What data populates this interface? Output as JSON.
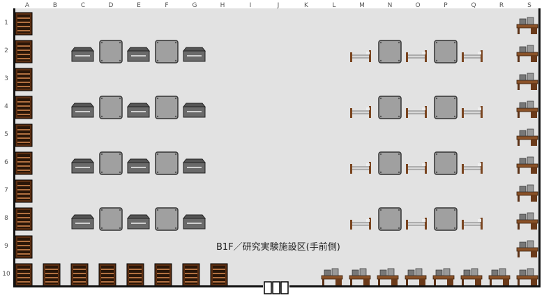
{
  "map": {
    "title": "B1F／研究実験施設区(手前側)",
    "columns": [
      "A",
      "B",
      "C",
      "D",
      "E",
      "F",
      "G",
      "H",
      "I",
      "J",
      "K",
      "L",
      "M",
      "N",
      "O",
      "P",
      "Q",
      "R",
      "S"
    ],
    "rows": [
      "1",
      "2",
      "3",
      "4",
      "5",
      "6",
      "7",
      "8",
      "9",
      "10"
    ],
    "colors": {
      "floor": "#e2e2e2",
      "wall": "#111111",
      "bookshelf_frame": "#5a2e12",
      "bookshelf_inner": "#2a1608",
      "machine": "#6a6a6a",
      "panel": "#a0a0a0",
      "desk": "#8a5228",
      "bed_frame": "#7a4520",
      "sheet": "#d8d8d8"
    },
    "objects": [
      {
        "type": "bookshelf",
        "col": "A",
        "row": "1"
      },
      {
        "type": "bookshelf",
        "col": "A",
        "row": "2"
      },
      {
        "type": "bookshelf",
        "col": "A",
        "row": "3"
      },
      {
        "type": "bookshelf",
        "col": "A",
        "row": "4"
      },
      {
        "type": "bookshelf",
        "col": "A",
        "row": "5"
      },
      {
        "type": "bookshelf",
        "col": "A",
        "row": "6"
      },
      {
        "type": "bookshelf",
        "col": "A",
        "row": "7"
      },
      {
        "type": "bookshelf",
        "col": "A",
        "row": "8"
      },
      {
        "type": "bookshelf",
        "col": "A",
        "row": "9"
      },
      {
        "type": "bookshelf",
        "col": "A",
        "row": "10"
      },
      {
        "type": "bookshelf",
        "col": "B",
        "row": "10"
      },
      {
        "type": "bookshelf",
        "col": "C",
        "row": "10"
      },
      {
        "type": "bookshelf",
        "col": "D",
        "row": "10"
      },
      {
        "type": "bookshelf",
        "col": "E",
        "row": "10"
      },
      {
        "type": "bookshelf",
        "col": "F",
        "row": "10"
      },
      {
        "type": "bookshelf",
        "col": "G",
        "row": "10"
      },
      {
        "type": "bookshelf",
        "col": "H",
        "row": "10"
      },
      {
        "type": "machine",
        "col": "C",
        "row": "2"
      },
      {
        "type": "panel",
        "col": "D",
        "row": "2"
      },
      {
        "type": "machine",
        "col": "E",
        "row": "2"
      },
      {
        "type": "panel",
        "col": "F",
        "row": "2"
      },
      {
        "type": "machine",
        "col": "G",
        "row": "2"
      },
      {
        "type": "machine",
        "col": "C",
        "row": "4"
      },
      {
        "type": "panel",
        "col": "D",
        "row": "4"
      },
      {
        "type": "machine",
        "col": "E",
        "row": "4"
      },
      {
        "type": "panel",
        "col": "F",
        "row": "4"
      },
      {
        "type": "machine",
        "col": "G",
        "row": "4"
      },
      {
        "type": "machine",
        "col": "C",
        "row": "6"
      },
      {
        "type": "panel",
        "col": "D",
        "row": "6"
      },
      {
        "type": "machine",
        "col": "E",
        "row": "6"
      },
      {
        "type": "panel",
        "col": "F",
        "row": "6"
      },
      {
        "type": "machine",
        "col": "G",
        "row": "6"
      },
      {
        "type": "machine",
        "col": "C",
        "row": "8"
      },
      {
        "type": "panel",
        "col": "D",
        "row": "8"
      },
      {
        "type": "machine",
        "col": "E",
        "row": "8"
      },
      {
        "type": "panel",
        "col": "F",
        "row": "8"
      },
      {
        "type": "machine",
        "col": "G",
        "row": "8"
      },
      {
        "type": "bed",
        "col": "M",
        "row": "2"
      },
      {
        "type": "panel",
        "col": "N",
        "row": "2"
      },
      {
        "type": "bed",
        "col": "O",
        "row": "2"
      },
      {
        "type": "panel",
        "col": "P",
        "row": "2"
      },
      {
        "type": "bed",
        "col": "Q",
        "row": "2"
      },
      {
        "type": "bed",
        "col": "M",
        "row": "4"
      },
      {
        "type": "panel",
        "col": "N",
        "row": "4"
      },
      {
        "type": "bed",
        "col": "O",
        "row": "4"
      },
      {
        "type": "panel",
        "col": "P",
        "row": "4"
      },
      {
        "type": "bed",
        "col": "Q",
        "row": "4"
      },
      {
        "type": "bed",
        "col": "M",
        "row": "6"
      },
      {
        "type": "panel",
        "col": "N",
        "row": "6"
      },
      {
        "type": "bed",
        "col": "O",
        "row": "6"
      },
      {
        "type": "panel",
        "col": "P",
        "row": "6"
      },
      {
        "type": "bed",
        "col": "Q",
        "row": "6"
      },
      {
        "type": "bed",
        "col": "M",
        "row": "8"
      },
      {
        "type": "panel",
        "col": "N",
        "row": "8"
      },
      {
        "type": "bed",
        "col": "O",
        "row": "8"
      },
      {
        "type": "panel",
        "col": "P",
        "row": "8"
      },
      {
        "type": "bed",
        "col": "Q",
        "row": "8"
      },
      {
        "type": "desk",
        "col": "S",
        "row": "1"
      },
      {
        "type": "desk",
        "col": "S",
        "row": "2"
      },
      {
        "type": "desk",
        "col": "S",
        "row": "3"
      },
      {
        "type": "desk",
        "col": "S",
        "row": "4"
      },
      {
        "type": "desk",
        "col": "S",
        "row": "5"
      },
      {
        "type": "desk",
        "col": "S",
        "row": "6"
      },
      {
        "type": "desk",
        "col": "S",
        "row": "7"
      },
      {
        "type": "desk",
        "col": "S",
        "row": "8"
      },
      {
        "type": "desk",
        "col": "S",
        "row": "9"
      },
      {
        "type": "desk",
        "col": "S",
        "row": "10"
      },
      {
        "type": "desk",
        "col": "L",
        "row": "10"
      },
      {
        "type": "desk",
        "col": "M",
        "row": "10"
      },
      {
        "type": "desk",
        "col": "N",
        "row": "10"
      },
      {
        "type": "desk",
        "col": "O",
        "row": "10"
      },
      {
        "type": "desk",
        "col": "P",
        "row": "10"
      },
      {
        "type": "desk",
        "col": "Q",
        "row": "10"
      },
      {
        "type": "desk",
        "col": "R",
        "row": "10"
      }
    ]
  }
}
